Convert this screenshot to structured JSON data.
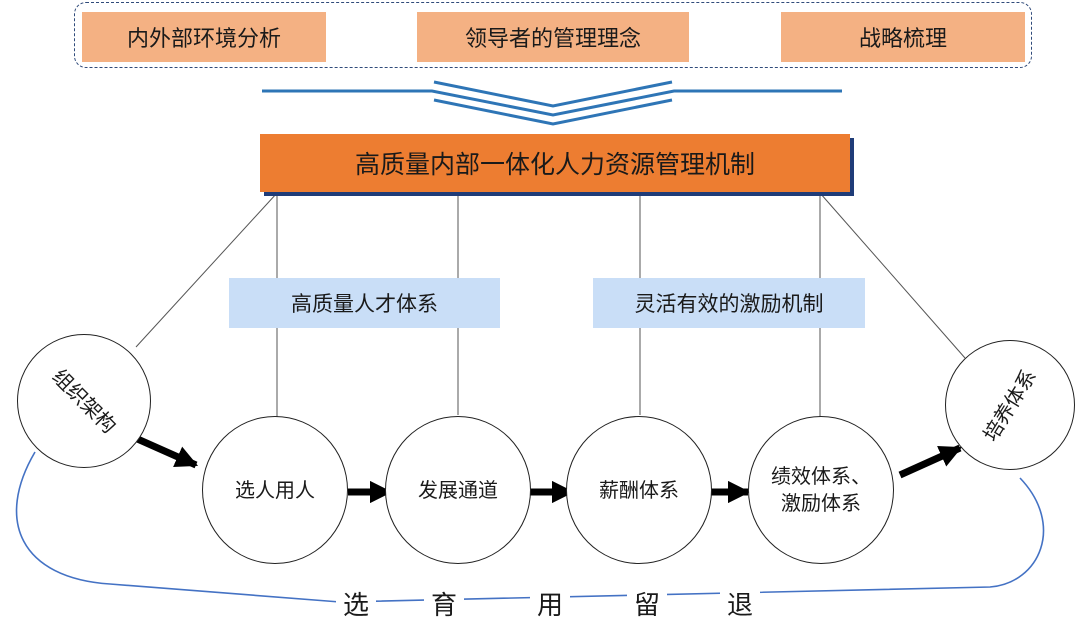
{
  "factors": [
    "内外部环境分析",
    "领导者的管理理念",
    "战略梳理"
  ],
  "mechanism": "高质量内部一体化人力资源管理机制",
  "pillars": [
    "高质量人才体系",
    "灵活有效的激励机制"
  ],
  "left_node": "组织架构",
  "right_node": "培养体系",
  "stages": [
    "选人用人",
    "发展通道",
    "薪酬体系",
    "绩效体系、\n激励体系"
  ],
  "cycle": [
    "选",
    "育",
    "用",
    "留",
    "退"
  ],
  "colors": {
    "factor_fill": "#f4b183",
    "mechanism_fill": "#ed7d31",
    "pillar_fill": "#c9def7",
    "frame_border": "#2f4a7a",
    "chevron": "#2e75b6",
    "bracket": "#4472c4"
  }
}
